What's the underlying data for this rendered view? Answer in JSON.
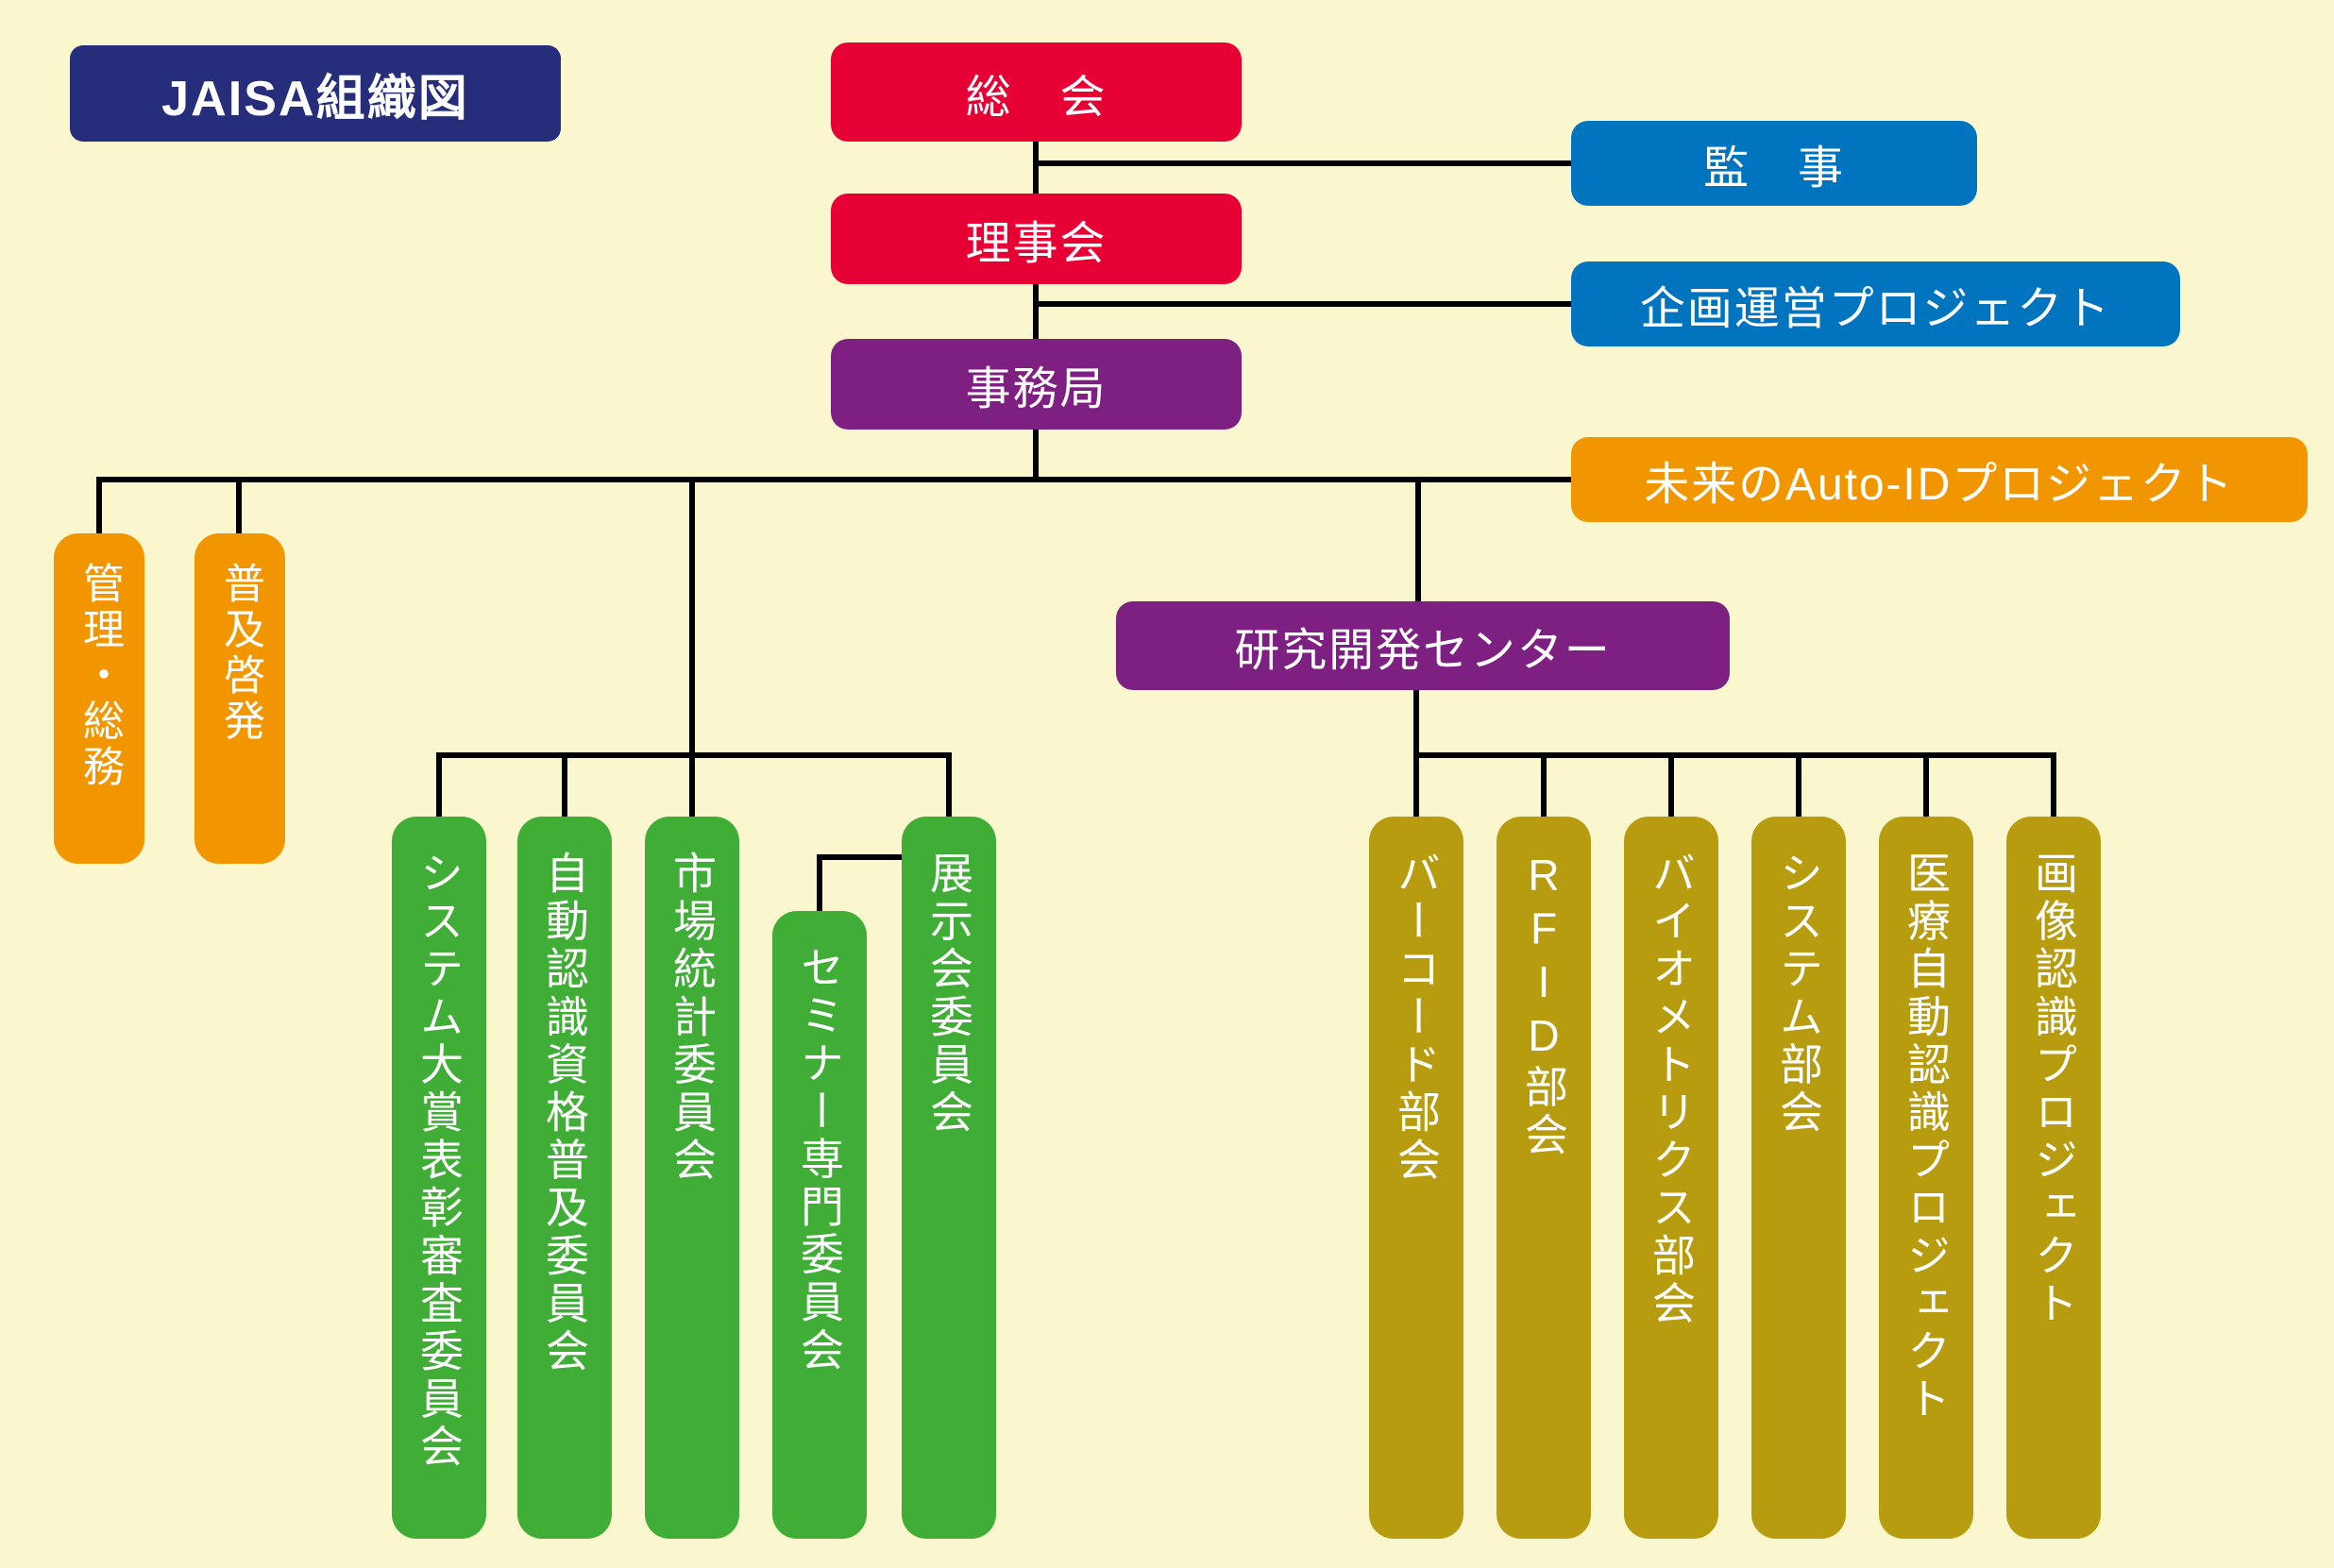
{
  "chart": {
    "title": "JAISA組織図",
    "nodes": {
      "soukai": "総　会",
      "rijikai": "理事会",
      "jimukyoku": "事務局",
      "kanji": "監　事",
      "kikaku_unei": "企画運営プロジェクト",
      "mirai_autoid": "未来のAuto-IDプロジェクト",
      "kenkyu_center": "研究開発センター",
      "kanri_soumu": "管理・総務",
      "fukyu_keihatsu": "普及啓発"
    },
    "committees": [
      "システム大賞表彰審査委員会",
      "自動認識資格普及委員会",
      "市場統計委員会",
      "セミナー専門委員会",
      "展示会委員会"
    ],
    "rd_groups": [
      "バーコード部会",
      "RFID部会",
      "バイオメトリクス部会",
      "システム部会",
      "医療自動認識プロジェクト",
      "画像認識プロジェクト"
    ],
    "colors": {
      "background": "#FAF7CF",
      "navy": "#262D7B",
      "red": "#E60033",
      "purple": "#7D2081",
      "blue": "#0074BE",
      "orange": "#F29600",
      "green": "#3FAD36",
      "gold": "#B89C10",
      "line": "#000000"
    }
  }
}
